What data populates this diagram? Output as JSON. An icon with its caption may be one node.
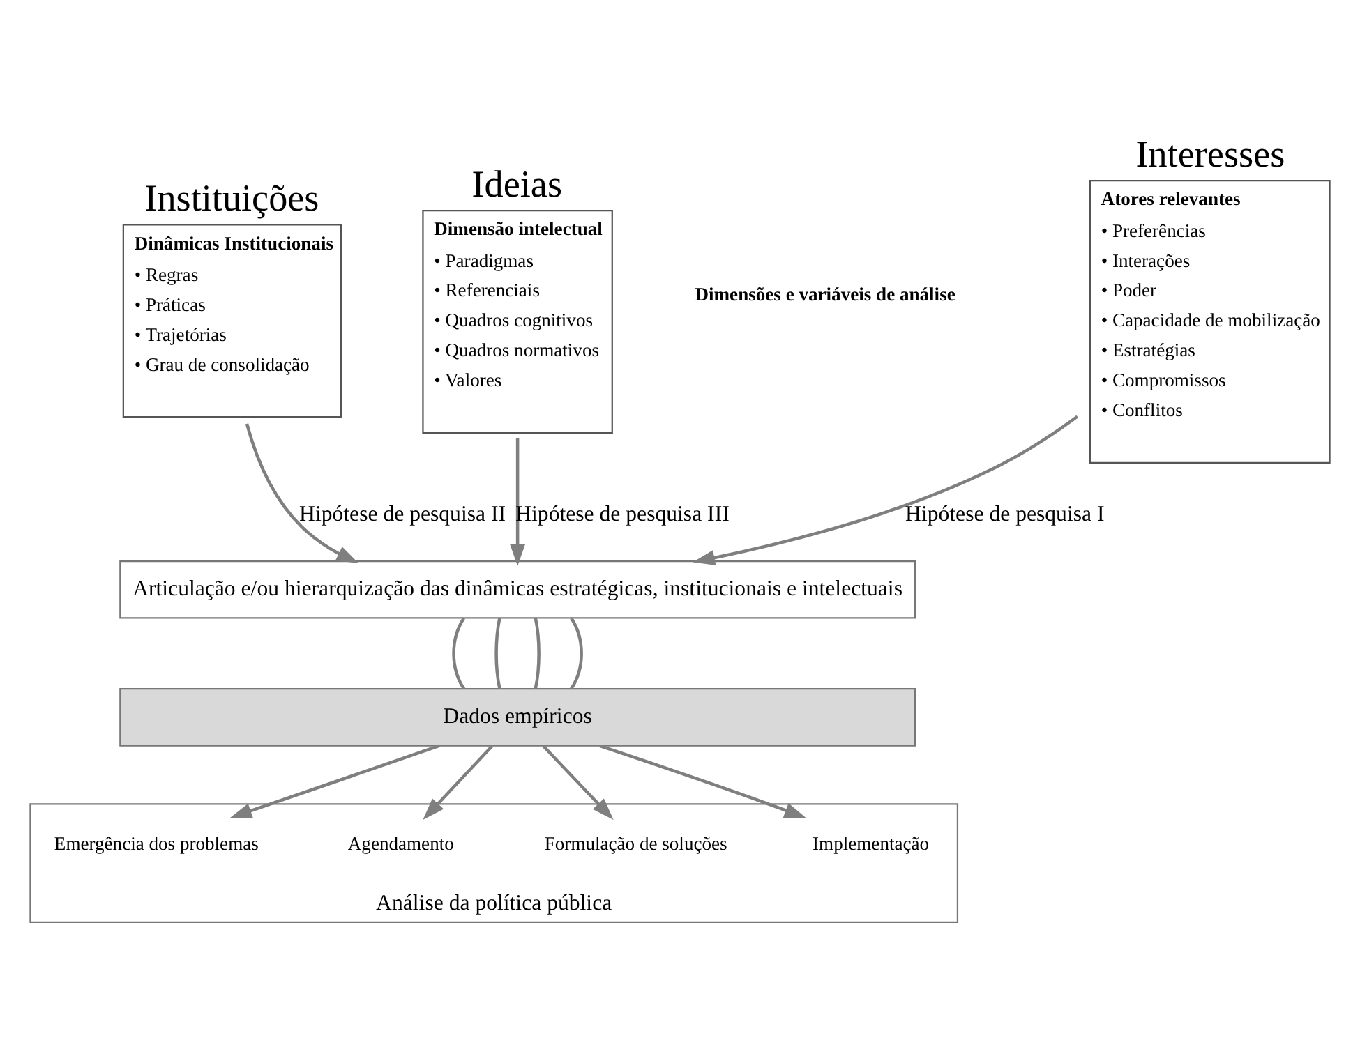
{
  "diagram": {
    "nodes": [
      {
        "text": [
          "Interesses",
          "Atores relevantes",
          "• Preferências",
          "• Interações",
          "• Poder",
          "• Capacidade de mobilização",
          "• Estratégias",
          "• Compromissos",
          "• Conflitos"
        ]
      },
      {
        "text": [
          "Instituições",
          "Dinâmicas Institucionais",
          "• Regras",
          "• Práticas",
          "• Trajetórias",
          "• Grau de consolidação"
        ]
      },
      {
        "text": [
          "Ideias",
          "Dimensão intelectual",
          "• Paradigmas",
          "• Referenciais",
          "• Quadros cognitivos",
          "• Quadros normativos",
          "• Valores"
        ]
      },
      {
        "text": [
          "Articulação e/ou hierarquização das dinâmicas estratégicas, institucionais e intelectuais"
        ]
      },
      {
        "text": [
          "Dados empíricos"
        ]
      },
      {
        "text": [
          "Análise da política pública"
        ]
      },
      {
        "text": [
          "Emergência dos problemas"
        ],
        "in": 5
      },
      {
        "text": [
          "Agendamento"
        ],
        "in": 5
      },
      {
        "text": [
          "Formulação de soluções"
        ],
        "in": 5
      },
      {
        "text": [
          "Implementação"
        ],
        "in": 5
      }
    ],
    "edges": [
      {
        "from": 0,
        "to": 3,
        "arrow": "to",
        "label": "Hipótese de pesquisa I"
      },
      {
        "from": 1,
        "to": 3,
        "arrow": "to",
        "label": "Hipótese de pesquisa II"
      },
      {
        "from": 2,
        "to": 3,
        "arrow": "to",
        "label": "Hipótese de pesquisa III"
      },
      {
        "from": 3,
        "to": 4,
        "arrow": "none"
      },
      {
        "from": 3,
        "to": 4,
        "arrow": "none"
      },
      {
        "from": 3,
        "to": 4,
        "arrow": "none"
      },
      {
        "from": 3,
        "to": 4,
        "arrow": "none"
      },
      {
        "from": 4,
        "to": 6,
        "arrow": "to"
      },
      {
        "from": 4,
        "to": 7,
        "arrow": "to"
      },
      {
        "from": 4,
        "to": 8,
        "arrow": "to"
      },
      {
        "from": 4,
        "to": 9,
        "arrow": "to"
      }
    ],
    "labels": [
      "Dimensões e variáveis de análise"
    ]
  }
}
